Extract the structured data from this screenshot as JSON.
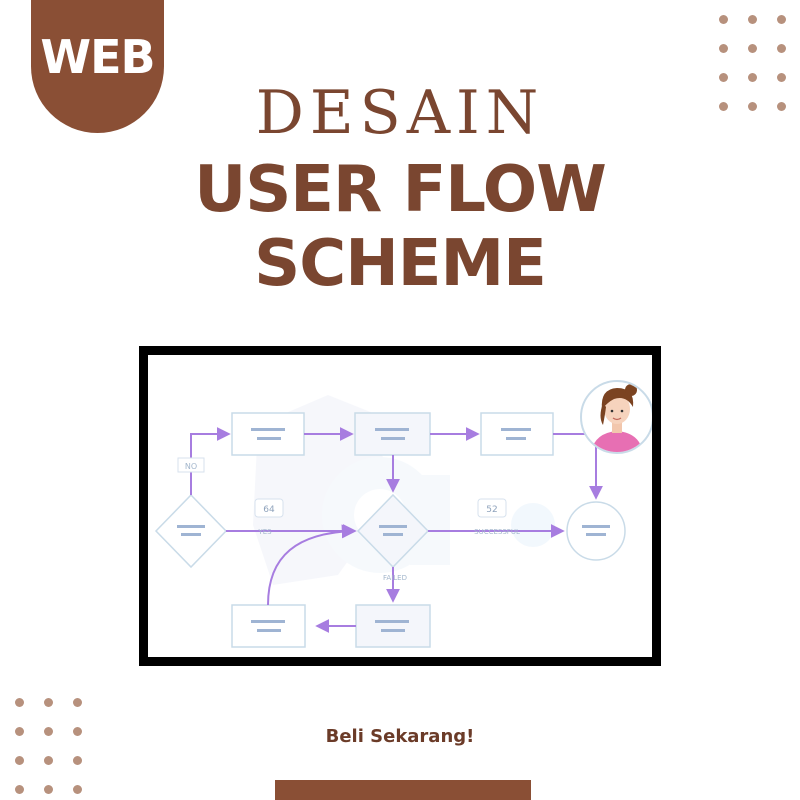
{
  "badge": {
    "label": "WEB"
  },
  "title": {
    "line1": "DESAIN",
    "line2": "USER FLOW",
    "line3": "SCHEME"
  },
  "flow": {
    "label_no": "NO",
    "label_yes": "YES",
    "label_successful": "SUCCESSFUL",
    "label_failed": "FAILED",
    "count_a": "64",
    "count_b": "52"
  },
  "cta": {
    "label": "Beli Sekarang!"
  },
  "colors": {
    "brand": "#8a4f35",
    "title": "#7a4630",
    "dots": "#b7917d",
    "arrow": "#a77de0",
    "node_border": "#c9dbe8",
    "node_line": "#9fb4d3"
  }
}
